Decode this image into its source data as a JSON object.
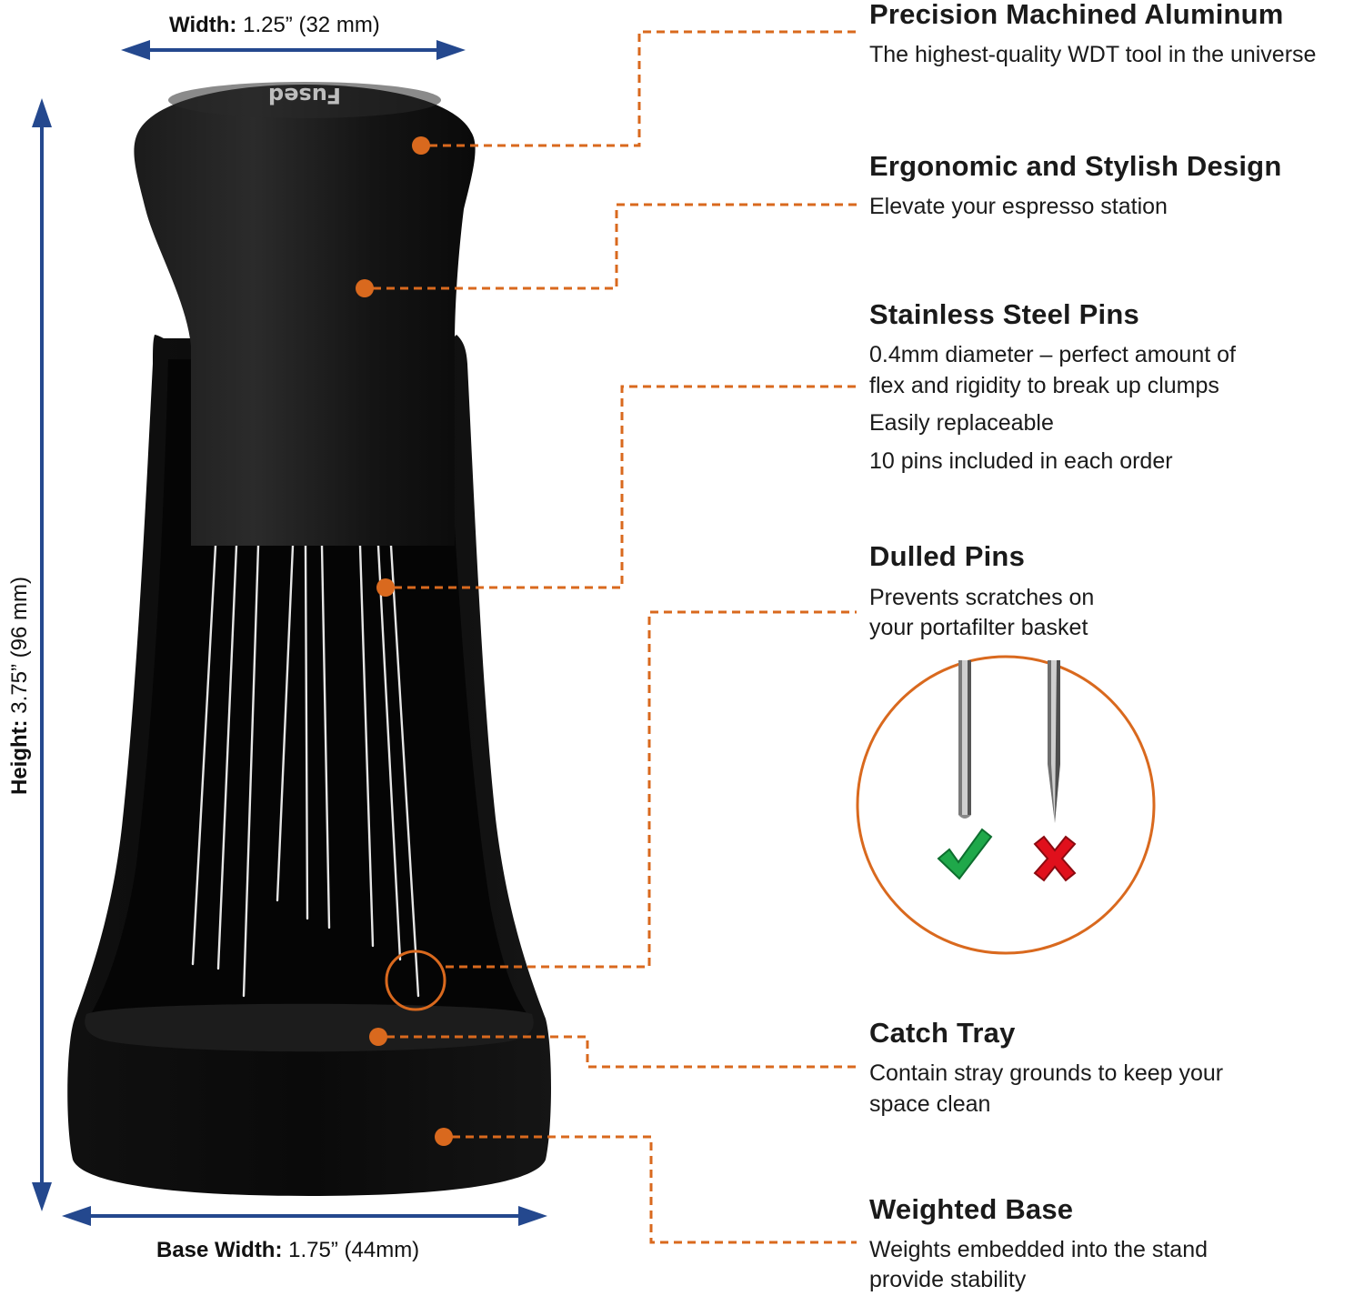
{
  "dimensions": {
    "width": {
      "label": "Width:",
      "value": "1.25” (32 mm)"
    },
    "height": {
      "label": "Height:",
      "value": "3.75” (96 mm)"
    },
    "base_width": {
      "label": "Base Width:",
      "value": "1.75” (44mm)"
    }
  },
  "brand_engraving": "Fused",
  "features": [
    {
      "title": "Precision Machined Aluminum",
      "lines": [
        "The highest-quality WDT tool in the universe"
      ]
    },
    {
      "title": "Ergonomic and Stylish Design",
      "lines": [
        "Elevate your espresso station"
      ]
    },
    {
      "title": "Stainless Steel Pins",
      "lines": [
        "0.4mm diameter – perfect amount of",
        "flex and rigidity to break up clumps",
        "Easily replaceable",
        "10 pins included in each order"
      ]
    },
    {
      "title": "Dulled Pins",
      "lines": [
        "Prevents scratches on",
        "your portafilter basket"
      ]
    },
    {
      "title": "Catch Tray",
      "lines": [
        "Contain stray grounds to keep your",
        "space clean"
      ]
    },
    {
      "title": "Weighted Base",
      "lines": [
        "Weights embedded into the stand",
        "provide stability"
      ]
    }
  ],
  "inset": {
    "good_mark": "check-mark",
    "bad_mark": "cross-mark"
  },
  "colors": {
    "callout": "#d9691e",
    "arrow": "#24488e",
    "product": "#0d0d0d",
    "check": "#1fa84a",
    "cross": "#e0101c"
  }
}
